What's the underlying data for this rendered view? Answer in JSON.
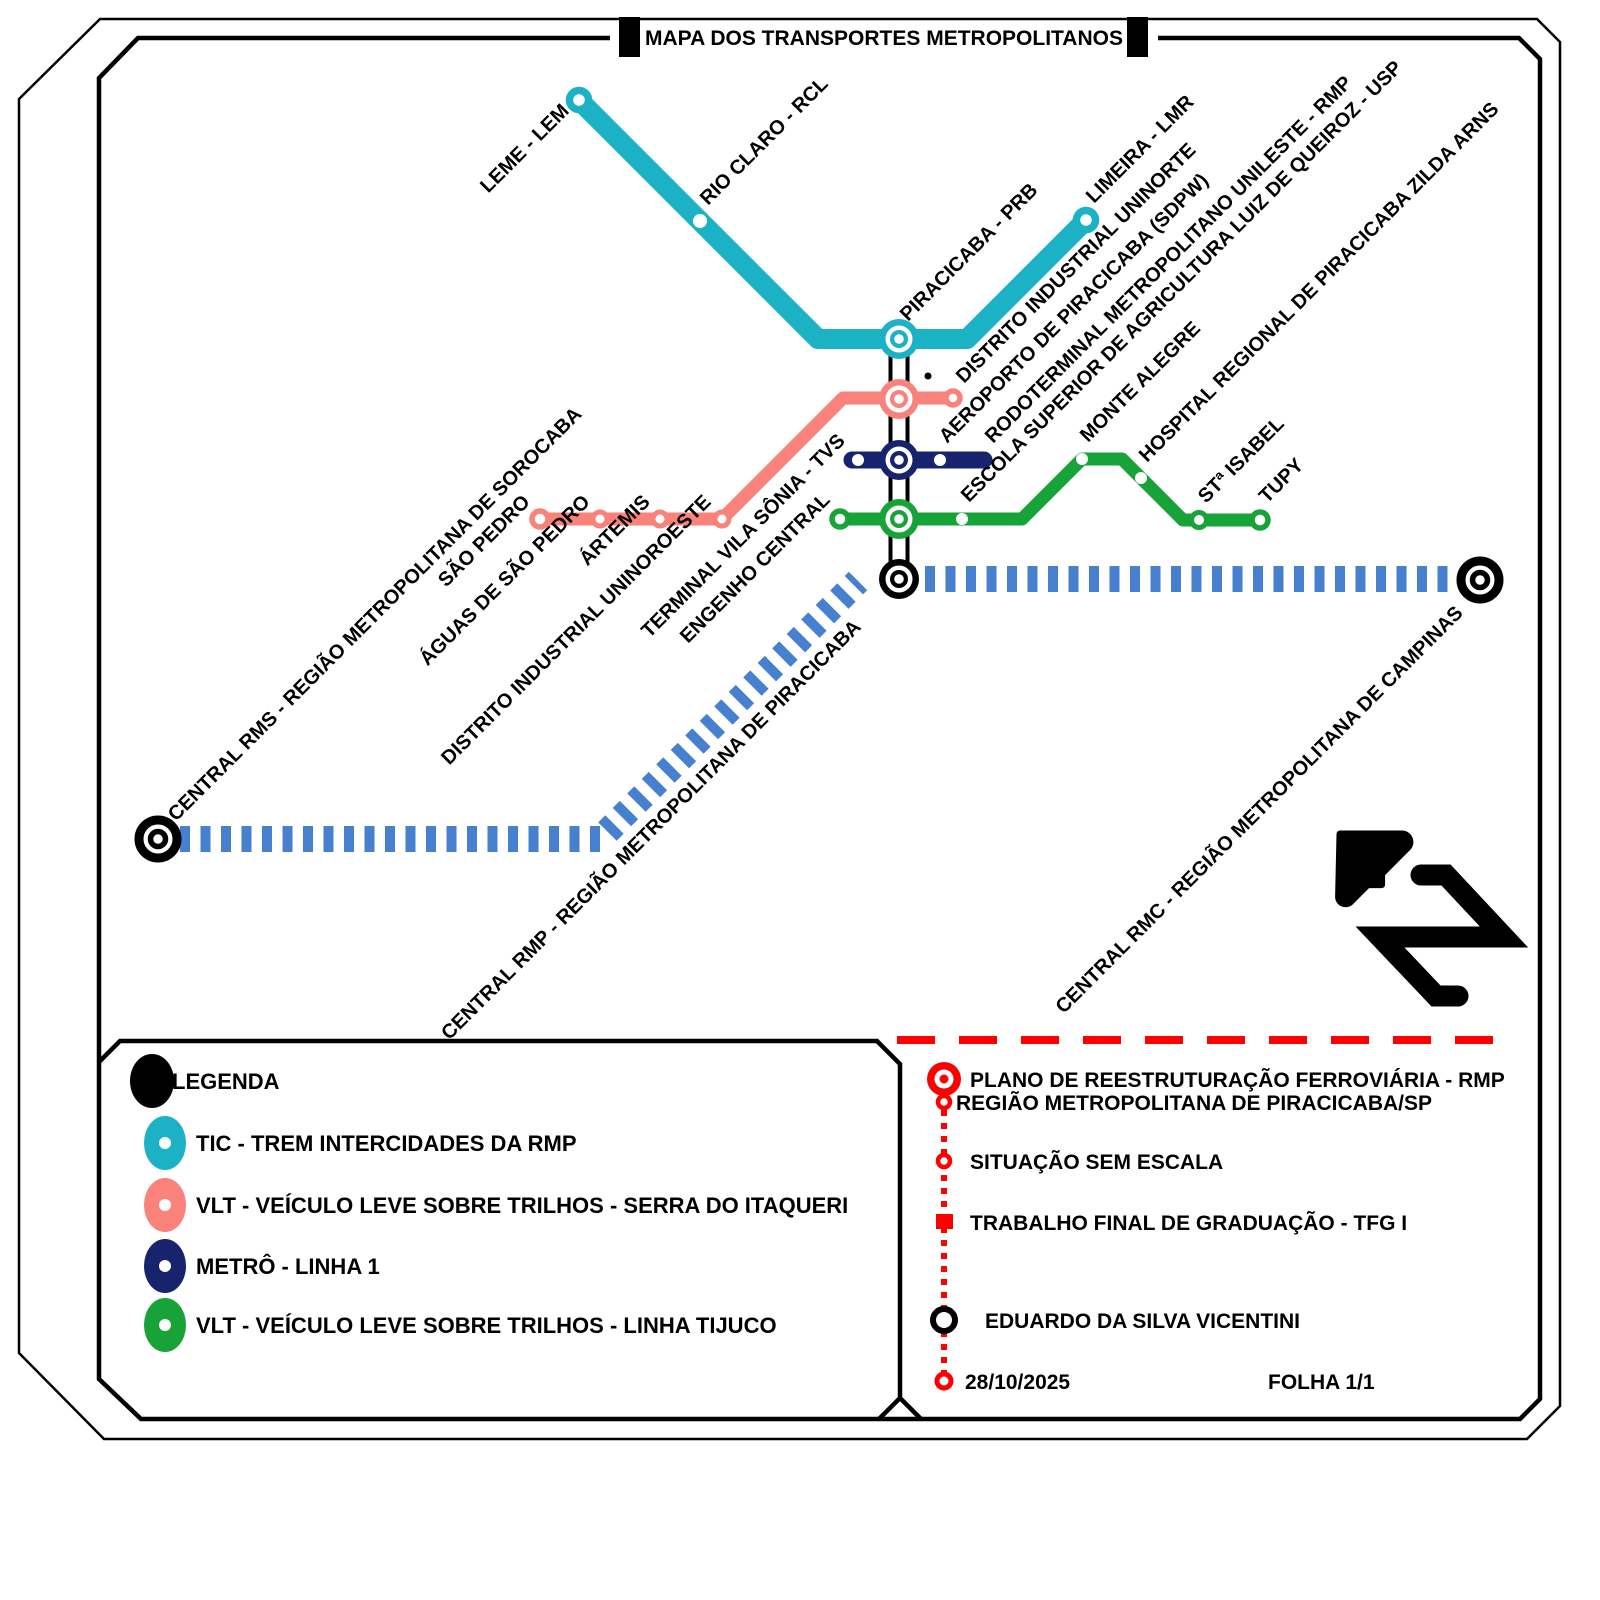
{
  "title": "MAPA DOS TRANSPORTES METROPOLITANOS",
  "colors": {
    "tic": "#1cb2c5",
    "vlt_serra": "#f9827a",
    "metro": "#17246d",
    "vlt_tijuco": "#17a337",
    "rmp_link": "#4680cf",
    "red": "#fe0000",
    "black": "#000000"
  },
  "map": {
    "stations": {
      "leme": "LEME - LEM",
      "rio_claro": "RIO CLARO - RCL",
      "piracicaba": "PIRACICABA - PRB",
      "limeira": "LIMEIRA - LMR",
      "distrito_uninorte": "DISTRITO INDUSTRIAL UNINORTE",
      "aeroporto": "AEROPORTO DE PIRACICABA (SDPW)",
      "rodoterminal": "RODOTERMINAL METROPOLITANO UNILESTE - RMP",
      "escola": "ESCOLA SUPERIOR DE AGRICULTURA LUIZ DE QUEIROZ - USP",
      "monte_alegre": "MONTE ALEGRE",
      "hospital": "HOSPITAL REGIONAL DE PIRACICABA ZILDA ARNS",
      "sta_isabel": "STª ISABEL",
      "tupy": "TUPY",
      "sao_pedro": "SÃO PEDRO",
      "aguas": "ÁGUAS DE SÃO PEDRO",
      "artemis": "ÁRTEMIS",
      "distrito_uninoroeste": "DISTRITO INDUSTRIAL UNINOROESTE",
      "terminal_vila_sonia": "TERMINAL VILA SÔNIA - TVS",
      "engenho_central": "ENGENHO CENTRAL",
      "central_rms": "CENTRAL RMS - REGIÃO METROPOLITANA DE SOROCABA",
      "central_rmp": "CENTRAL RMP - REGIÃO METROPOLITANA DE PIRACICABA",
      "central_rmc": "CENTRAL RMC - REGIÃO METROPOLITANA DE CAMPINAS"
    }
  },
  "legend": {
    "heading": "LEGENDA",
    "items": [
      {
        "key": "tic",
        "label": "TIC - TREM INTERCIDADES DA RMP"
      },
      {
        "key": "vlt_serra",
        "label": "VLT - VEÍCULO LEVE SOBRE TRILHOS - SERRA DO ITAQUERI"
      },
      {
        "key": "metro",
        "label": "METRÔ - LINHA 1"
      },
      {
        "key": "vlt_tijuco",
        "label": "VLT - VEÍCULO LEVE SOBRE TRILHOS - LINHA TIJUCO"
      }
    ]
  },
  "info": {
    "title_line1": "PLANO DE REESTRUTURAÇÃO FERROVIÁRIA - RMP",
    "title_line2": "REGIÃO METROPOLITANA DE PIRACICABA/SP",
    "scale_note": "SITUAÇÃO SEM ESCALA",
    "work": "TRABALHO FINAL DE GRADUAÇÃO - TFG I",
    "author": "EDUARDO DA SILVA VICENTINI",
    "date": "28/10/2025",
    "sheet": "FOLHA 1/1"
  }
}
